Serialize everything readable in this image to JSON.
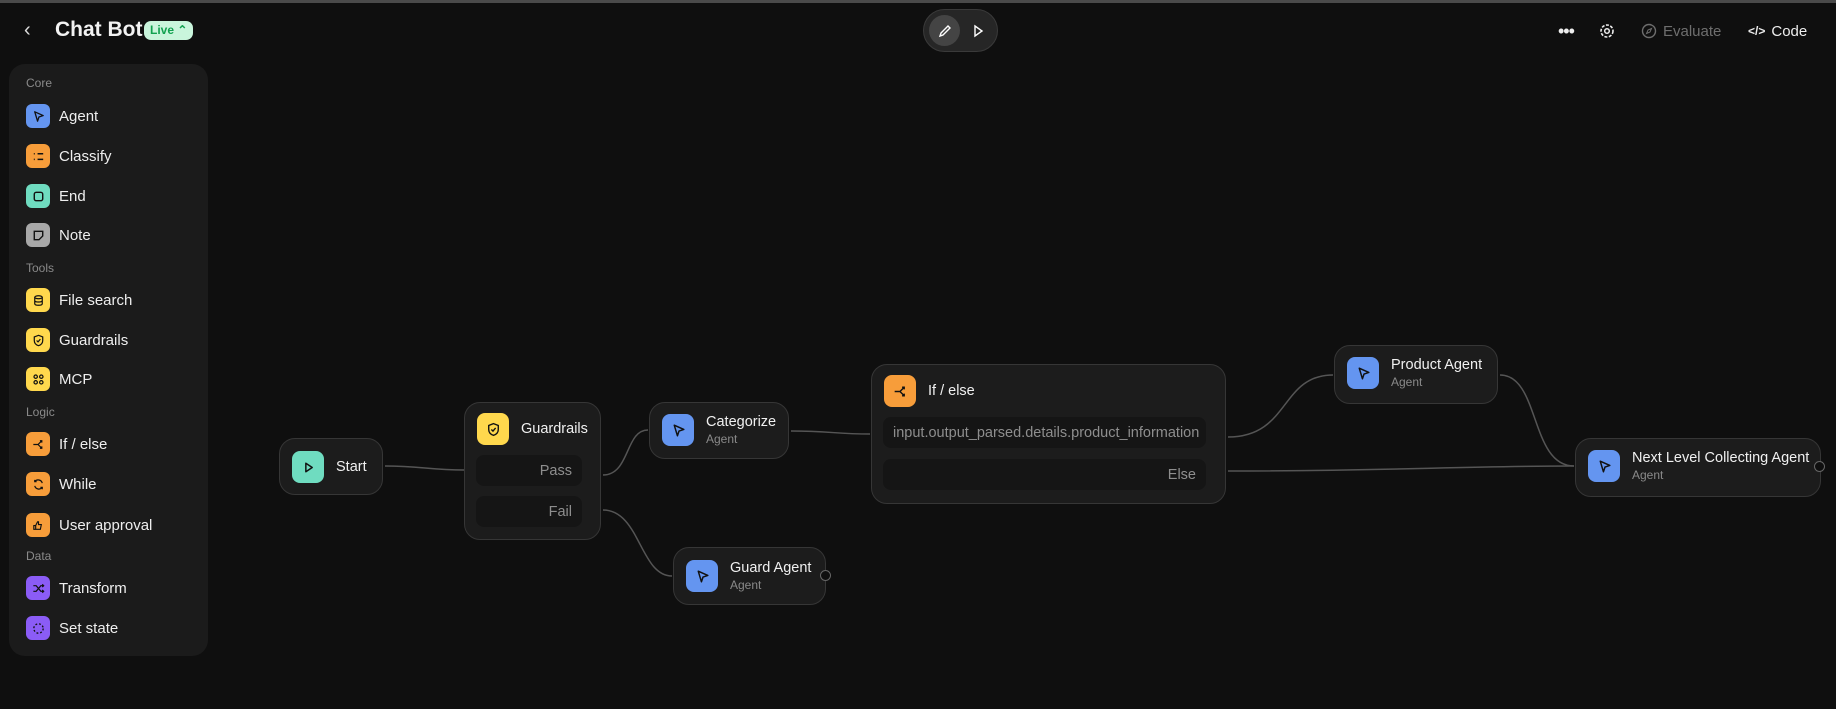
{
  "header": {
    "back_icon": "chevron-left-icon",
    "title": "Chat Bot",
    "badge": "Live ⌃",
    "mode_edit_icon": "pencil-icon",
    "mode_run_icon": "play-icon",
    "more_icon": "ellipsis-icon",
    "settings_icon": "gear-icon",
    "evaluate": "Evaluate",
    "code": "Code"
  },
  "sidebar": {
    "sections": [
      {
        "label": "Core",
        "items": [
          {
            "label": "Agent",
            "icon": "cursor-icon",
            "color": "#6495f0"
          },
          {
            "label": "Classify",
            "icon": "list-icon",
            "color": "#f79d3a"
          },
          {
            "label": "End",
            "icon": "square-icon",
            "color": "#6fdcc0"
          },
          {
            "label": "Note",
            "icon": "note-icon",
            "color": "#a8a8a8"
          }
        ]
      },
      {
        "label": "Tools",
        "items": [
          {
            "label": "File search",
            "icon": "database-icon",
            "color": "#ffd84d"
          },
          {
            "label": "Guardrails",
            "icon": "shield-icon",
            "color": "#ffd84d"
          },
          {
            "label": "MCP",
            "icon": "mcp-icon",
            "color": "#ffd84d"
          }
        ]
      },
      {
        "label": "Logic",
        "items": [
          {
            "label": "If / else",
            "icon": "branch-icon",
            "color": "#f79d3a"
          },
          {
            "label": "While",
            "icon": "loop-icon",
            "color": "#f79d3a"
          },
          {
            "label": "User approval",
            "icon": "thumbs-icon",
            "color": "#f79d3a"
          }
        ]
      },
      {
        "label": "Data",
        "items": [
          {
            "label": "Transform",
            "icon": "shuffle-icon",
            "color": "#8b5cf6"
          },
          {
            "label": "Set state",
            "icon": "dashed-circle-icon",
            "color": "#8b5cf6"
          }
        ]
      }
    ]
  },
  "nodes": {
    "start": {
      "title": "Start",
      "icon": "play-icon",
      "color": "#6fdcc0"
    },
    "guardrails": {
      "title": "Guardrails",
      "icon": "shield-icon",
      "color": "#ffd84d",
      "pass": "Pass",
      "fail": "Fail"
    },
    "categorize": {
      "title": "Categorize",
      "subtitle": "Agent",
      "icon": "cursor-icon",
      "color": "#6495f0"
    },
    "guard_agent": {
      "title": "Guard Agent",
      "subtitle": "Agent",
      "icon": "cursor-icon",
      "color": "#6495f0"
    },
    "ifelse": {
      "title": "If / else",
      "icon": "branch-icon",
      "color": "#f79d3a",
      "condition": "input.output_parsed.details.product_information",
      "else": "Else"
    },
    "product_agent": {
      "title": "Product Agent",
      "subtitle": "Agent",
      "icon": "cursor-icon",
      "color": "#6495f0"
    },
    "next_agent": {
      "title": "Next Level Collecting Agent",
      "subtitle": "Agent",
      "icon": "cursor-icon",
      "color": "#6495f0"
    }
  }
}
